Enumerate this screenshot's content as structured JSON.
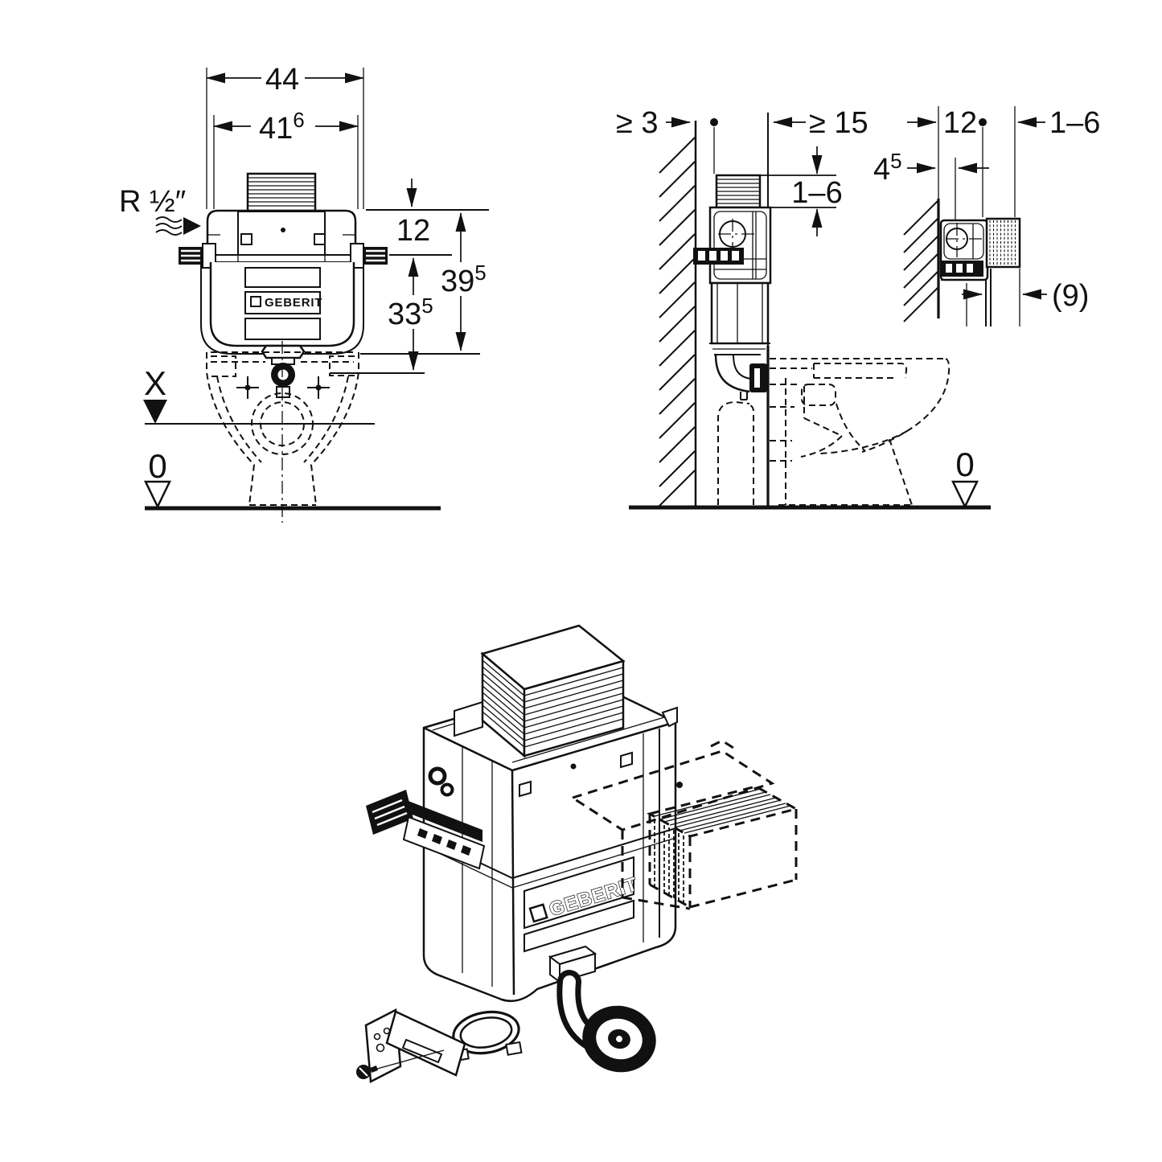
{
  "diagram": {
    "front": {
      "dim_overall_width": "44",
      "dim_inner_width_base": "41",
      "dim_inner_width_sup": "6",
      "supply_label": "R ½″",
      "dim_top_offset": "12",
      "dim_total_height_base": "39",
      "dim_total_height_sup": "5",
      "dim_lower_height_base": "33",
      "dim_lower_height_sup": "5",
      "level_x_label": "X",
      "level_zero_label": "0",
      "brand_label": "GEBERIT"
    },
    "side": {
      "dim_min_wall": "≥ 3",
      "dim_min_duct": "≥ 15",
      "dim_finish_range": "1–6",
      "level_zero_label": "0"
    },
    "detail": {
      "dim_offset": "12",
      "dim_finish_range": "1–6",
      "dim_cover_base": "4",
      "dim_cover_sup": "5",
      "dim_depth": "(9)"
    },
    "iso": {
      "brand_label": "GEBERIT"
    },
    "colors": {
      "line": "#111111",
      "background": "#ffffff"
    }
  }
}
